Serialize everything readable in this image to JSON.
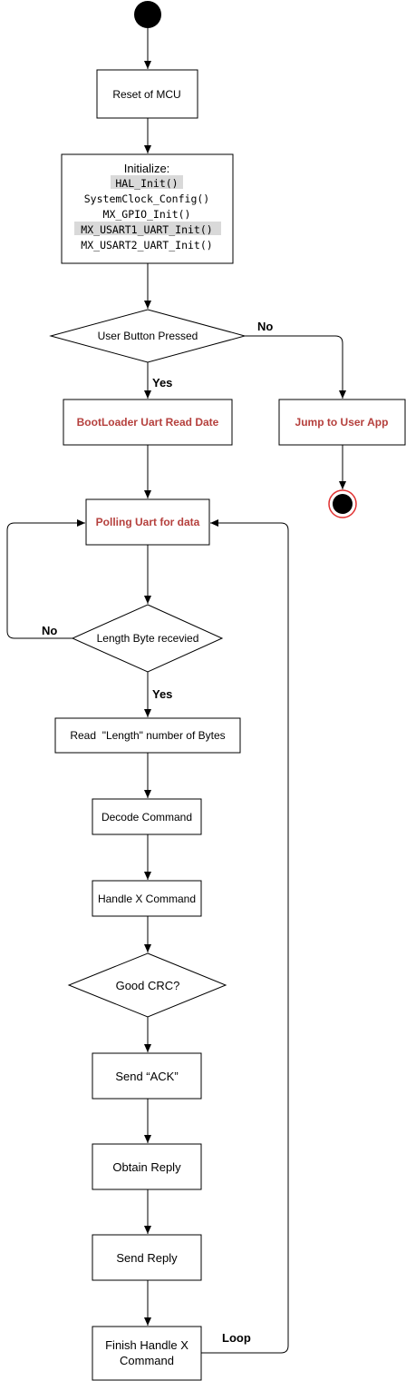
{
  "nodes": {
    "reset": "Reset of MCU",
    "init": {
      "title": "Initialize:",
      "lines": [
        "HAL_Init()",
        "SystemClock_Config()",
        "MX_GPIO_Init()",
        "MX_USART1_UART_Init()",
        "MX_USART2_UART_Init()"
      ]
    },
    "user_button": "User Button Pressed",
    "bootloader_read": "BootLoader Uart Read Date",
    "jump_user_app": "Jump to User App",
    "polling": "Polling Uart for data",
    "length_received": "Length Byte recevied",
    "read_length": "Read  \"Length\" number of Bytes",
    "decode": "Decode Command",
    "handle_x": "Handle X Command",
    "good_crc": "Good CRC?",
    "send_ack": "Send “ACK”",
    "obtain_reply": "Obtain Reply",
    "send_reply": "Send Reply",
    "finish_handle": [
      "Finish Handle X",
      "Command"
    ]
  },
  "edge_labels": {
    "button_no": "No",
    "button_yes": "Yes",
    "length_no": "No",
    "length_yes": "Yes",
    "loop": "Loop"
  },
  "colors": {
    "accent_text": "#b5403d",
    "end_ring": "#e03030",
    "highlight": "#d9d9d9"
  }
}
